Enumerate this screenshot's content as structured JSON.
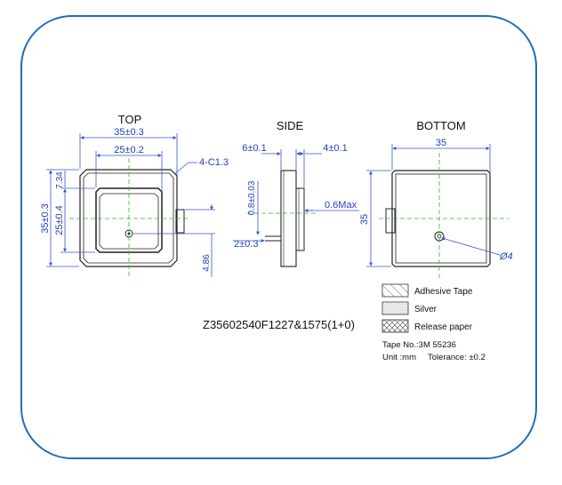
{
  "views": {
    "top": "TOP",
    "side": "SIDE",
    "bottom": "BOTTOM"
  },
  "dims_top": {
    "width_outer": "35±0.3",
    "width_inner": "25±0.2",
    "chamfer": "4-C1.3",
    "offset": "7.34",
    "height_outer": "35±0.3",
    "height_inner": "25±0.4",
    "pin_offset": "4.86"
  },
  "dims_side": {
    "left": "6±0.1",
    "right": "4±0.1",
    "vertical": "0.8±0.03",
    "max": "0.6Max",
    "pin": "2±0.3"
  },
  "dims_bottom": {
    "width": "35",
    "height": "35",
    "hole": "Ø4"
  },
  "legend": [
    {
      "label": "Adhesive Tape",
      "pattern": "hatch"
    },
    {
      "label": "Silver",
      "pattern": "dots"
    },
    {
      "label": "Release paper",
      "pattern": "cross"
    }
  ],
  "part_number": "Z35602540F1227&1575(1+0)",
  "tape_no": "Tape No.:3M 55236",
  "unit": "Unit :mm",
  "tolerance": "Tolerance: ±0.2",
  "colors": {
    "frame": "#1f6fb5",
    "dimension": "#1f3fbf",
    "centerline": "#2eb82e"
  }
}
